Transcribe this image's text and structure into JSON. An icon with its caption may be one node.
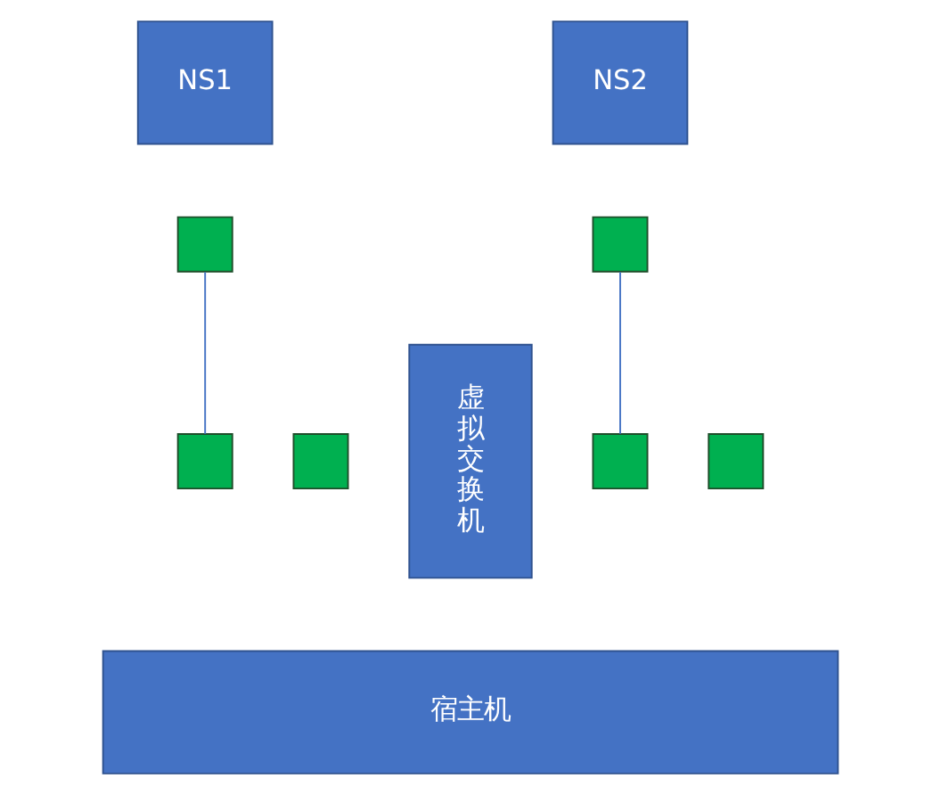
{
  "diagram": {
    "nodes": [
      {
        "text": [
          "NS1"
        ]
      },
      {
        "text": [
          "NS2"
        ]
      },
      {
        "text": [],
        "shape": "box"
      },
      {
        "text": [],
        "shape": "box"
      },
      {
        "text": [
          "虚拟交换机"
        ]
      },
      {
        "text": [],
        "shape": "box"
      },
      {
        "text": [],
        "shape": "box"
      },
      {
        "text": [],
        "shape": "box"
      },
      {
        "text": [],
        "shape": "box"
      },
      {
        "text": [
          "宿主机"
        ]
      }
    ],
    "edges": [
      {
        "from": 2,
        "to": 5,
        "arrow": "none"
      },
      {
        "from": 3,
        "to": 6,
        "arrow": "none"
      }
    ]
  }
}
